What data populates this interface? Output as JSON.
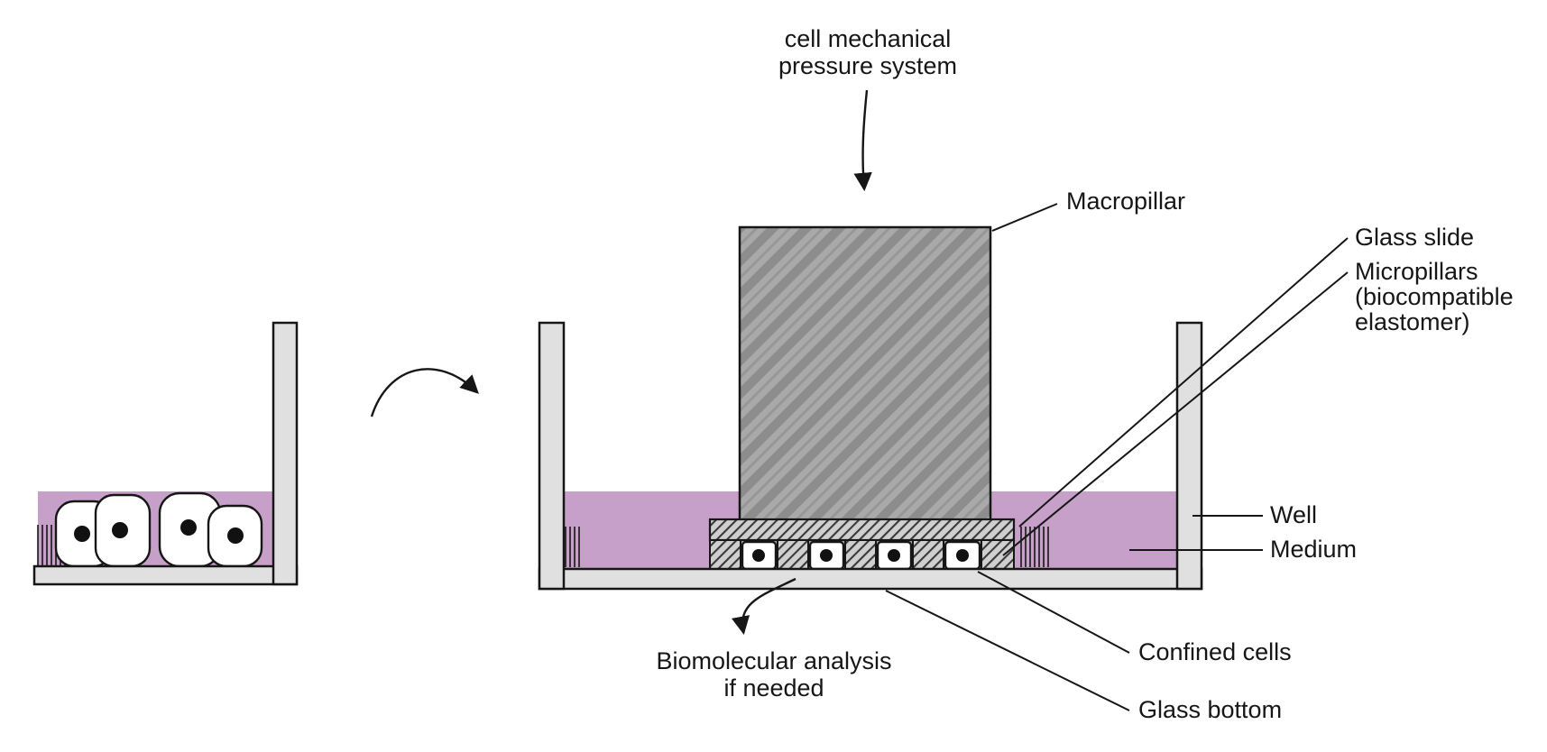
{
  "title_lines": [
    "cell mechanical",
    "pressure system"
  ],
  "labels": {
    "macropillar": "Macropillar",
    "glass_slide": "Glass slide",
    "micropillars_lines": [
      "Micropillars",
      "(biocompatible",
      "elastomer)"
    ],
    "well": "Well",
    "medium": "Medium",
    "confined_cells": "Confined cells",
    "glass_bottom": "Glass bottom",
    "biomolecular_lines": [
      "Biomolecular analysis",
      "if needed"
    ]
  },
  "colors": {
    "medium": "#c7a0c9",
    "wall": "#e0e0e0",
    "macropillar_base": "#a9a9a9",
    "macropillar_stripe": "#8d8d8d",
    "hatch_background": "#cfcfcf",
    "outline": "#161616"
  }
}
